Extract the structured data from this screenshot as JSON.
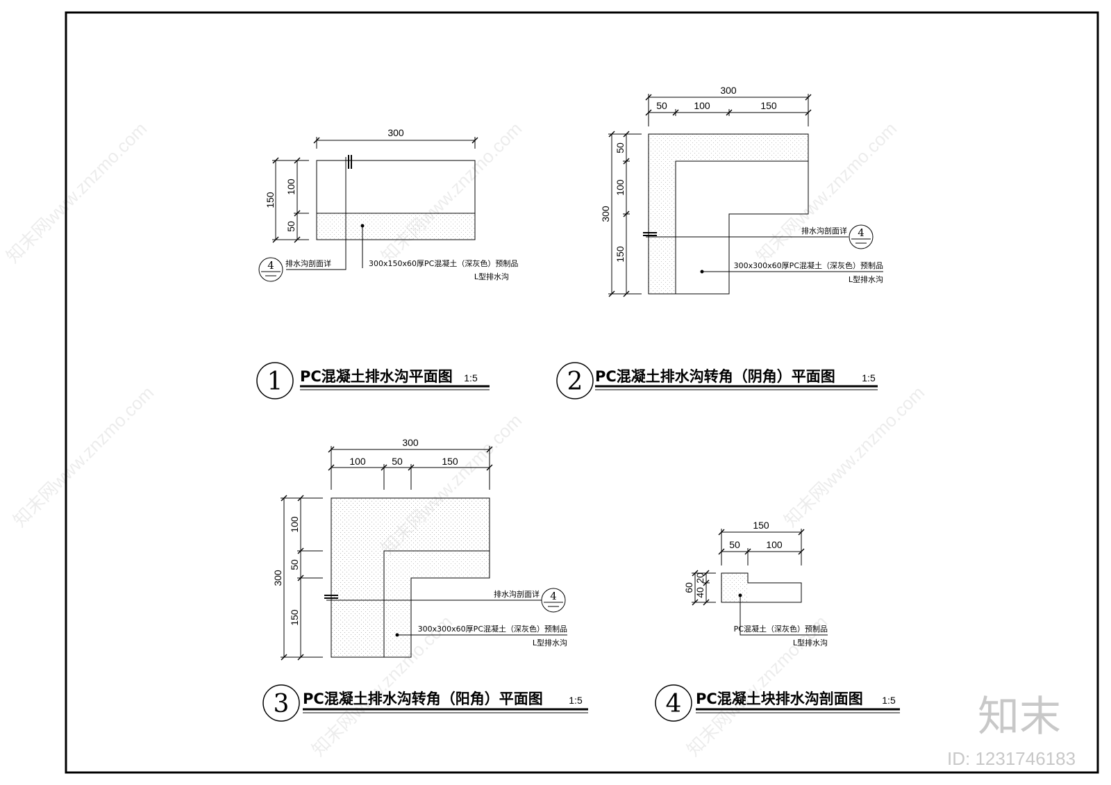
{
  "colors": {
    "line": "#000000",
    "hatch": "#bbbbbb",
    "watermark": "#c8c8c8"
  },
  "watermark": {
    "text": "知末网www.znzmo.com",
    "logo": "知末",
    "id": "ID: 1231746183"
  },
  "d1": {
    "num": "1",
    "title": "PC混凝土排水沟平面图",
    "scale": "1:5",
    "dims": {
      "w": "300",
      "h": "150",
      "a": "100",
      "b": "50"
    },
    "section_ref": "4",
    "note_section": "排水沟剖面详",
    "note_material": "300x150x60厚PC混凝土（深灰色）预制品",
    "note_type": "L型排水沟"
  },
  "d2": {
    "num": "2",
    "title": "PC混凝土排水沟转角（阴角）平面图",
    "scale": "1:5",
    "dims": {
      "w": "300",
      "w1": "50",
      "w2": "100",
      "w3": "150",
      "h": "300",
      "h1": "50",
      "h2": "100",
      "h3": "150"
    },
    "section_ref": "4",
    "note_section": "排水沟剖面详",
    "note_material": "300x300x60厚PC混凝土（深灰色）预制品",
    "note_type": "L型排水沟"
  },
  "d3": {
    "num": "3",
    "title": "PC混凝土排水沟转角（阳角）平面图",
    "scale": "1:5",
    "dims": {
      "w": "300",
      "w1": "100",
      "w2": "50",
      "w3": "150",
      "h": "300",
      "h1": "100",
      "h2": "50",
      "h3": "150"
    },
    "section_ref": "4",
    "note_section": "排水沟剖面详",
    "note_material": "300x300x60厚PC混凝土（深灰色）预制品",
    "note_type": "L型排水沟"
  },
  "d4": {
    "num": "4",
    "title": "PC混凝土块排水沟剖面图",
    "scale": "1:5",
    "dims": {
      "w": "150",
      "w1": "50",
      "w2": "100",
      "h": "60",
      "h1": "20",
      "h2": "40"
    },
    "note_material": "PC混凝土（深灰色）预制品",
    "note_type": "L型排水沟"
  }
}
